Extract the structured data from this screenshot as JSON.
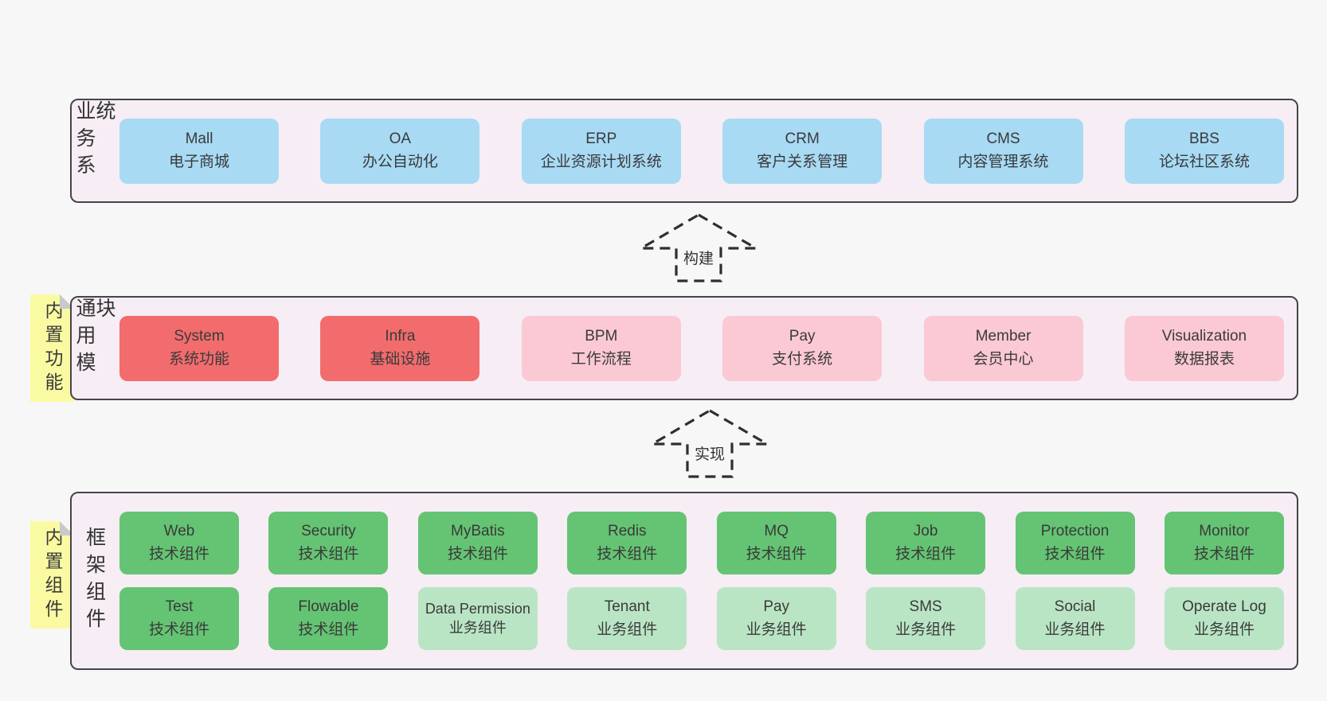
{
  "colors": {
    "page_bg": "#f7f7f7",
    "container_bg": "#f6edf5",
    "container_border": "#45444b",
    "blue_box": "#a8daf4",
    "red_box": "#f26c6d",
    "pink_box": "#fbc9d3",
    "green_box": "#64c473",
    "light_green_box": "#bae5c5",
    "note_bg": "#fafaa3",
    "note_fold": "#c9c9c9",
    "text": "#3a3a3a",
    "arrow": "#2f2f2f"
  },
  "sections": {
    "business": {
      "label": "业务系统",
      "boxes": [
        {
          "name": "Mall",
          "desc": "电子商城"
        },
        {
          "name": "OA",
          "desc": "办公自动化"
        },
        {
          "name": "ERP",
          "desc": "企业资源计划系统"
        },
        {
          "name": "CRM",
          "desc": "客户关系管理"
        },
        {
          "name": "CMS",
          "desc": "内容管理系统"
        },
        {
          "name": "BBS",
          "desc": "论坛社区系统"
        }
      ]
    },
    "common": {
      "label": "通用模块",
      "note": "内置功能",
      "boxes": [
        {
          "name": "System",
          "desc": "系统功能"
        },
        {
          "name": "Infra",
          "desc": "基础设施"
        },
        {
          "name": "BPM",
          "desc": "工作流程"
        },
        {
          "name": "Pay",
          "desc": "支付系统"
        },
        {
          "name": "Member",
          "desc": "会员中心"
        },
        {
          "name": "Visualization",
          "desc": "数据报表"
        }
      ]
    },
    "framework": {
      "label": "框架组件",
      "note": "内置组件",
      "row1": [
        {
          "name": "Web",
          "desc": "技术组件"
        },
        {
          "name": "Security",
          "desc": "技术组件"
        },
        {
          "name": "MyBatis",
          "desc": "技术组件"
        },
        {
          "name": "Redis",
          "desc": "技术组件"
        },
        {
          "name": "MQ",
          "desc": "技术组件"
        },
        {
          "name": "Job",
          "desc": "技术组件"
        },
        {
          "name": "Protection",
          "desc": "技术组件"
        },
        {
          "name": "Monitor",
          "desc": "技术组件"
        }
      ],
      "row2": [
        {
          "name": "Test",
          "desc": "技术组件"
        },
        {
          "name": "Flowable",
          "desc": "技术组件"
        },
        {
          "name": "Data Permission",
          "desc": "业务组件"
        },
        {
          "name": "Tenant",
          "desc": "业务组件"
        },
        {
          "name": "Pay",
          "desc": "业务组件"
        },
        {
          "name": "SMS",
          "desc": "业务组件"
        },
        {
          "name": "Social",
          "desc": "业务组件"
        },
        {
          "name": "Operate Log",
          "desc": "业务组件"
        }
      ]
    }
  },
  "arrows": {
    "build": {
      "label": "构建"
    },
    "implement": {
      "label": "实现"
    }
  }
}
